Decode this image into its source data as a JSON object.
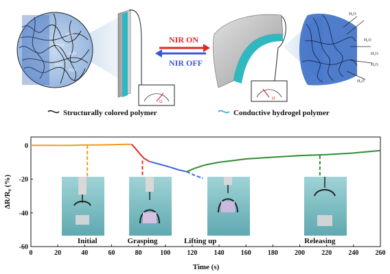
{
  "top": {
    "nir_on": "NIR ON",
    "nir_off": "NIR OFF",
    "water_label": "H₂O",
    "legend_structural": "Structurally colored polymer",
    "legend_hydrogel": "Conductive hydrogel polymer",
    "colors": {
      "nir_on": "#e0262a",
      "nir_off": "#3a58d6",
      "hydrogel": "#3aaed8",
      "film": "#2fb8c0"
    }
  },
  "chart_data": {
    "type": "line",
    "xlabel": "Time (s)",
    "ylabel": "ΔR/R₀ (%)",
    "xlim": [
      0,
      260
    ],
    "ylim": [
      -60,
      5
    ],
    "xticks": [
      0,
      20,
      40,
      60,
      80,
      100,
      120,
      140,
      160,
      180,
      200,
      220,
      240,
      260
    ],
    "yticks": [
      0,
      -20,
      -40,
      -60
    ],
    "series": [
      {
        "color": "#f09a1e",
        "points": [
          [
            0,
            0
          ],
          [
            10,
            0.1
          ],
          [
            20,
            0
          ],
          [
            30,
            0
          ],
          [
            40,
            0.3
          ],
          [
            50,
            0.3
          ],
          [
            60,
            0.4
          ],
          [
            70,
            0.6
          ],
          [
            75,
            0.6
          ]
        ]
      },
      {
        "color": "#e02828",
        "points": [
          [
            75,
            0.6
          ],
          [
            78,
            -2
          ],
          [
            81,
            -5
          ],
          [
            84,
            -7.5
          ],
          [
            88,
            -9.5
          ]
        ]
      },
      {
        "color": "#3a66d8",
        "points": [
          [
            88,
            -9.5
          ],
          [
            95,
            -11
          ],
          [
            102,
            -12.5
          ],
          [
            110,
            -14.5
          ],
          [
            116,
            -15.6
          ]
        ]
      },
      {
        "color": "#3a66d8",
        "dashed": true,
        "points": [
          [
            116,
            -15.6
          ],
          [
            122,
            -17.8
          ],
          [
            128,
            -19.5
          ]
        ]
      },
      {
        "color": "#2e8b2e",
        "points": [
          [
            116,
            -15.6
          ],
          [
            122,
            -13.5
          ],
          [
            130,
            -11.5
          ],
          [
            140,
            -10
          ],
          [
            150,
            -9
          ],
          [
            160,
            -8
          ],
          [
            180,
            -7
          ],
          [
            200,
            -6
          ],
          [
            220,
            -5.5
          ],
          [
            240,
            -4.5
          ],
          [
            260,
            -3
          ]
        ]
      }
    ],
    "markers": [
      {
        "label": "Initial",
        "x": 42,
        "y": 0,
        "color": "#f09a1e"
      },
      {
        "label": "Grasping",
        "x": 83,
        "y": -9,
        "color": "#e02828"
      },
      {
        "label": "Lifting up",
        "x": 126,
        "y": -19,
        "color": "#3a66d8"
      },
      {
        "label": "Releasing",
        "x": 215,
        "y": -6,
        "color": "#2e8b2e"
      }
    ]
  }
}
